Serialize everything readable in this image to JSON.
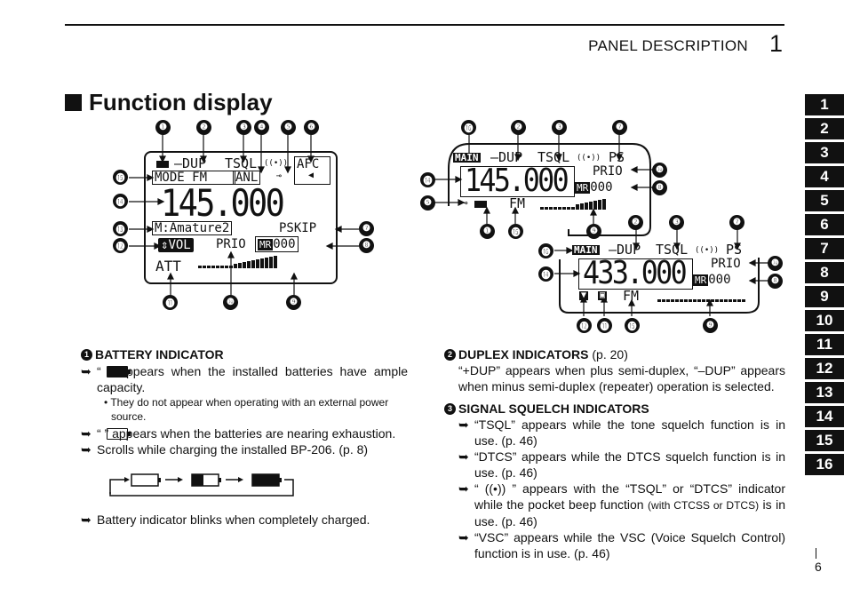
{
  "header": {
    "section": "PANEL DESCRIPTION",
    "chapter": "1"
  },
  "title": "Function display",
  "chapter_tabs": [
    "1",
    "2",
    "3",
    "4",
    "5",
    "6",
    "7",
    "8",
    "9",
    "10",
    "11",
    "12",
    "13",
    "14",
    "15",
    "16"
  ],
  "page_number": "6",
  "callouts": {
    "c1": "❶",
    "c2": "❷",
    "c3": "❸",
    "c4": "❹",
    "c5": "❺",
    "c6": "❻",
    "c7": "❼",
    "c8": "❽",
    "c9": "❾",
    "c10": "❿",
    "c11": "⓫",
    "c12": "⓬",
    "c13": "⓭",
    "c14": "⓮",
    "c15": "⓯",
    "c16": "⓰"
  },
  "lcd1": {
    "dup": "–DUP",
    "tsql": "TSQL",
    "beep": "((•))",
    "afc": "AFC",
    "anl": "ANL",
    "mode": "MODE  FM",
    "freq": "145.000",
    "name": "M:Amature2",
    "pskip": "PSKIP",
    "vol": "VOL",
    "prio": "PRIO",
    "mr": "MR",
    "ch": "000",
    "att": "ATT"
  },
  "lcd2": {
    "main": "MAIN",
    "dup": "–DUP",
    "tsql": "TSQL",
    "beep": "((•))",
    "ps": "PS",
    "prio": "PRIO",
    "freq": "145.000",
    "mr": "MR",
    "ch": "000",
    "fm": "FM"
  },
  "lcd3": {
    "main": "MAIN",
    "dup": "–DUP",
    "tsql": "TSQL",
    "beep": "((•))",
    "ps": "PS",
    "prio": "PRIO",
    "freq": "433.000",
    "mr": "MR",
    "ch": "000",
    "fm": "FM"
  },
  "battery": {
    "heading": "BATTERY INDICATOR",
    "b1": "“          ” appears when the installed batteries have ample capacity.",
    "note1": "They do not appear when operating with an external power source.",
    "b2": "“          ” appears when the batteries are nearing exhaustion.",
    "b3": "Scrolls while charging the installed BP-206. (p. 8)",
    "b4": "Battery indicator blinks when completely charged."
  },
  "duplex": {
    "heading": "DUPLEX INDICATORS",
    "ref": " (p. 20)",
    "body": "“+DUP” appears when plus semi-duplex, “–DUP” appears when minus semi-duplex (repeater) operation is selected."
  },
  "squelch": {
    "heading": "SIGNAL SQUELCH INDICATORS",
    "b1": "“TSQL” appears while the tone squelch function is in use. (p. 46)",
    "b2": "“DTCS” appears while the DTCS squelch function is in use. (p. 46)",
    "b3a": "“ ((•)) ” appears with the “TSQL” or “DTCS” indicator while the pocket beep function ",
    "b3b": "(with CTCSS or DTCS)",
    "b3c": " is in use. (p. 46)",
    "b4": "“VSC” appears while the VSC (Voice Squelch Control) function is in use. (p. 46)"
  },
  "bullet": "➥"
}
